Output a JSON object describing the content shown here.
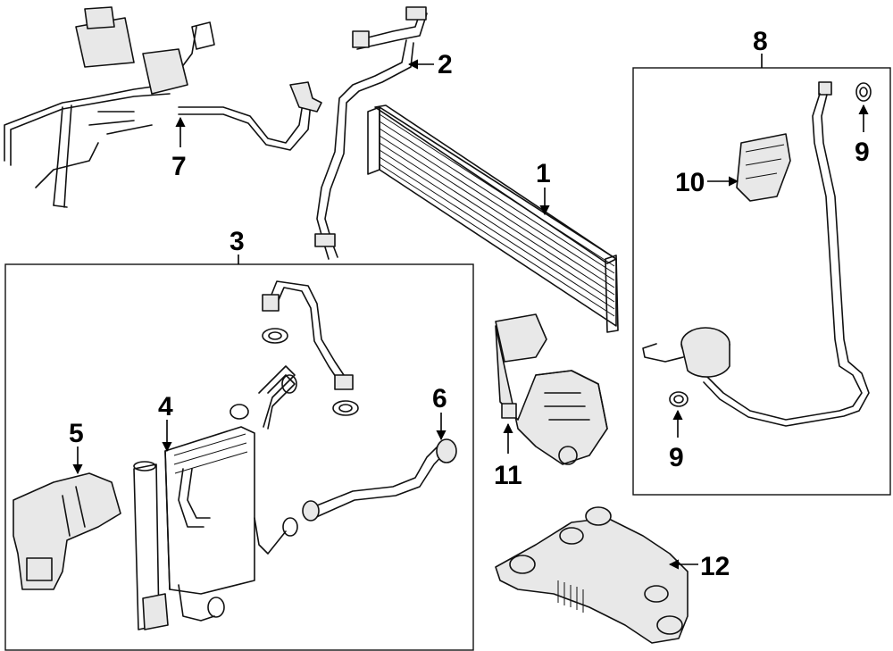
{
  "diagram": {
    "callouts": [
      "1",
      "2",
      "3",
      "4",
      "5",
      "6",
      "7",
      "8",
      "9",
      "9",
      "10",
      "11",
      "12"
    ]
  }
}
